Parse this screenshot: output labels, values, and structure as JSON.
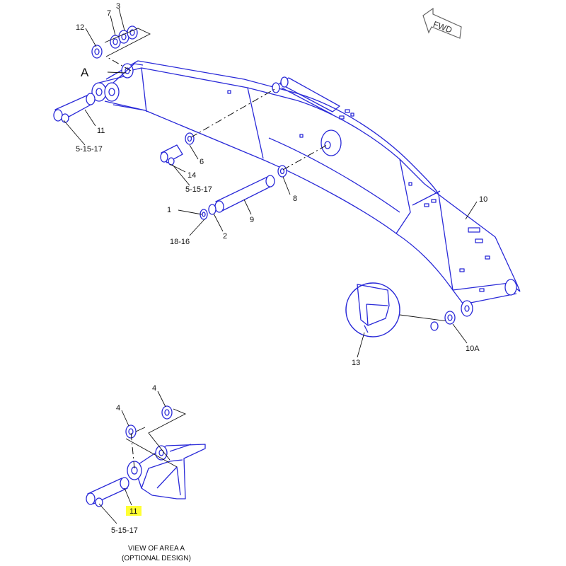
{
  "header": {
    "direction_label": "FWD"
  },
  "main_view": {
    "area_label": "A",
    "callouts": [
      {
        "id": "c12a",
        "text": "12"
      },
      {
        "id": "c7",
        "text": "7"
      },
      {
        "id": "c3",
        "text": "3"
      },
      {
        "id": "c11a",
        "text": "11"
      },
      {
        "id": "c51517a",
        "text": "5-15-17"
      },
      {
        "id": "c6",
        "text": "6"
      },
      {
        "id": "c14",
        "text": "14"
      },
      {
        "id": "c51517b",
        "text": "5-15-17"
      },
      {
        "id": "c8",
        "text": "8"
      },
      {
        "id": "c1",
        "text": "1"
      },
      {
        "id": "c9",
        "text": "9"
      },
      {
        "id": "c2",
        "text": "2"
      },
      {
        "id": "c1816",
        "text": "18-16"
      },
      {
        "id": "c10",
        "text": "10"
      },
      {
        "id": "c10A",
        "text": "10A"
      },
      {
        "id": "c13",
        "text": "13"
      }
    ]
  },
  "detail_view": {
    "callouts": [
      {
        "id": "d4a",
        "text": "4"
      },
      {
        "id": "d4b",
        "text": "4"
      },
      {
        "id": "d11",
        "text": "11",
        "highlighted": true
      },
      {
        "id": "d51517",
        "text": "5-15-17"
      }
    ],
    "caption_line1": "VIEW OF AREA A",
    "caption_line2": "(OPTIONAL DESIGN)"
  },
  "colors": {
    "linework": "#2a2ad8",
    "highlight": "#ffff33",
    "text": "#111111"
  }
}
